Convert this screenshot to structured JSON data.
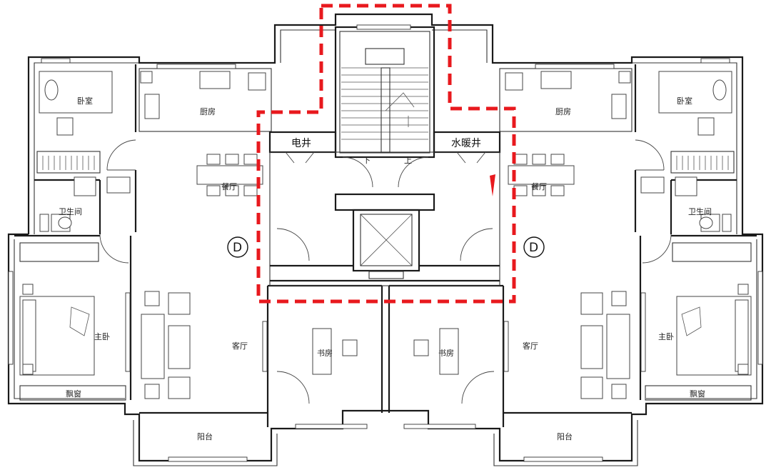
{
  "rooms": {
    "left": {
      "bedroom": "卧室",
      "kitchen": "厨房",
      "dining": "餐厅",
      "bathroom": "卫生间",
      "master_bedroom": "主卧",
      "bay_window": "飘窗",
      "living_room": "客厅",
      "balcony": "阳台",
      "study": "书房"
    },
    "right": {
      "bedroom": "卧室",
      "kitchen": "厨房",
      "dining": "餐厅",
      "bathroom": "卫生间",
      "master_bedroom": "主卧",
      "bay_window": "飘窗",
      "living_room": "客厅",
      "balcony": "阳台",
      "study": "书房"
    }
  },
  "core": {
    "electric_shaft": "电井",
    "water_heating_shaft": "水暖井",
    "stair_down": "下",
    "stair_up": "上"
  },
  "markers": {
    "left_unit": "D",
    "right_unit": "D"
  },
  "colors": {
    "highlight": "#e8191e",
    "walls": "#1a1a1a"
  }
}
